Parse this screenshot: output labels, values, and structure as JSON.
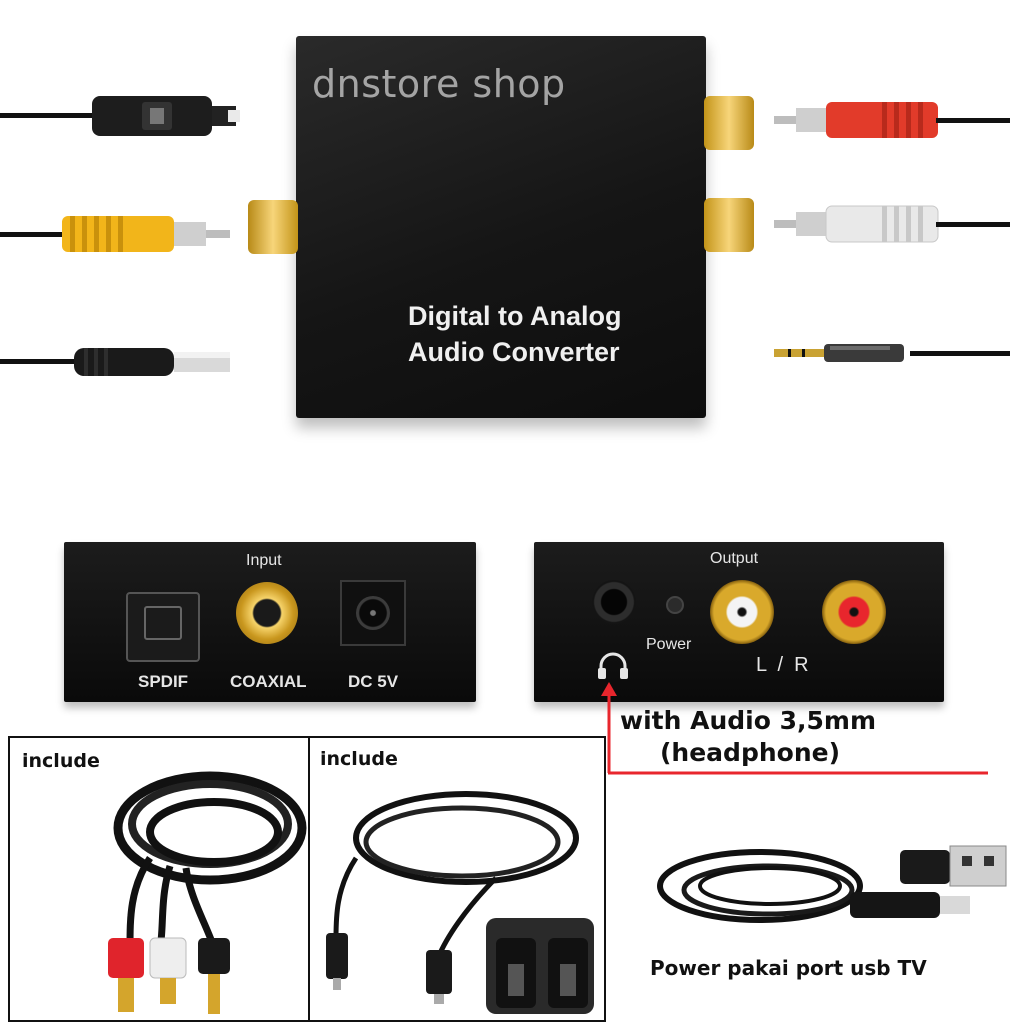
{
  "watermark": "dnstore shop",
  "device_title_line1": "Digital to Analog",
  "device_title_line2": "Audio Converter",
  "input_panel": {
    "header": "Input",
    "ports": [
      "SPDIF",
      "COAXIAL",
      "DC 5V"
    ]
  },
  "output_panel": {
    "header": "Output",
    "power_label": "Power",
    "channels_label": "L  /  R"
  },
  "headphone_note_line1": "with Audio 3,5mm",
  "headphone_note_line2": "(headphone)",
  "include_label_1": "include",
  "include_label_2": "include",
  "power_note": "Power pakai port usb TV",
  "colors": {
    "accent_red": "#e8262d",
    "gold": "#d4a72c",
    "device_black": "#151515"
  },
  "icons": [
    "optical-toslink-plug-icon",
    "rca-yellow-plug-icon",
    "dc-barrel-plug-icon",
    "rca-red-plug-icon",
    "rca-white-plug-icon",
    "jack-3-5mm-plug-icon",
    "headphone-icon",
    "usb-plug-icon"
  ]
}
